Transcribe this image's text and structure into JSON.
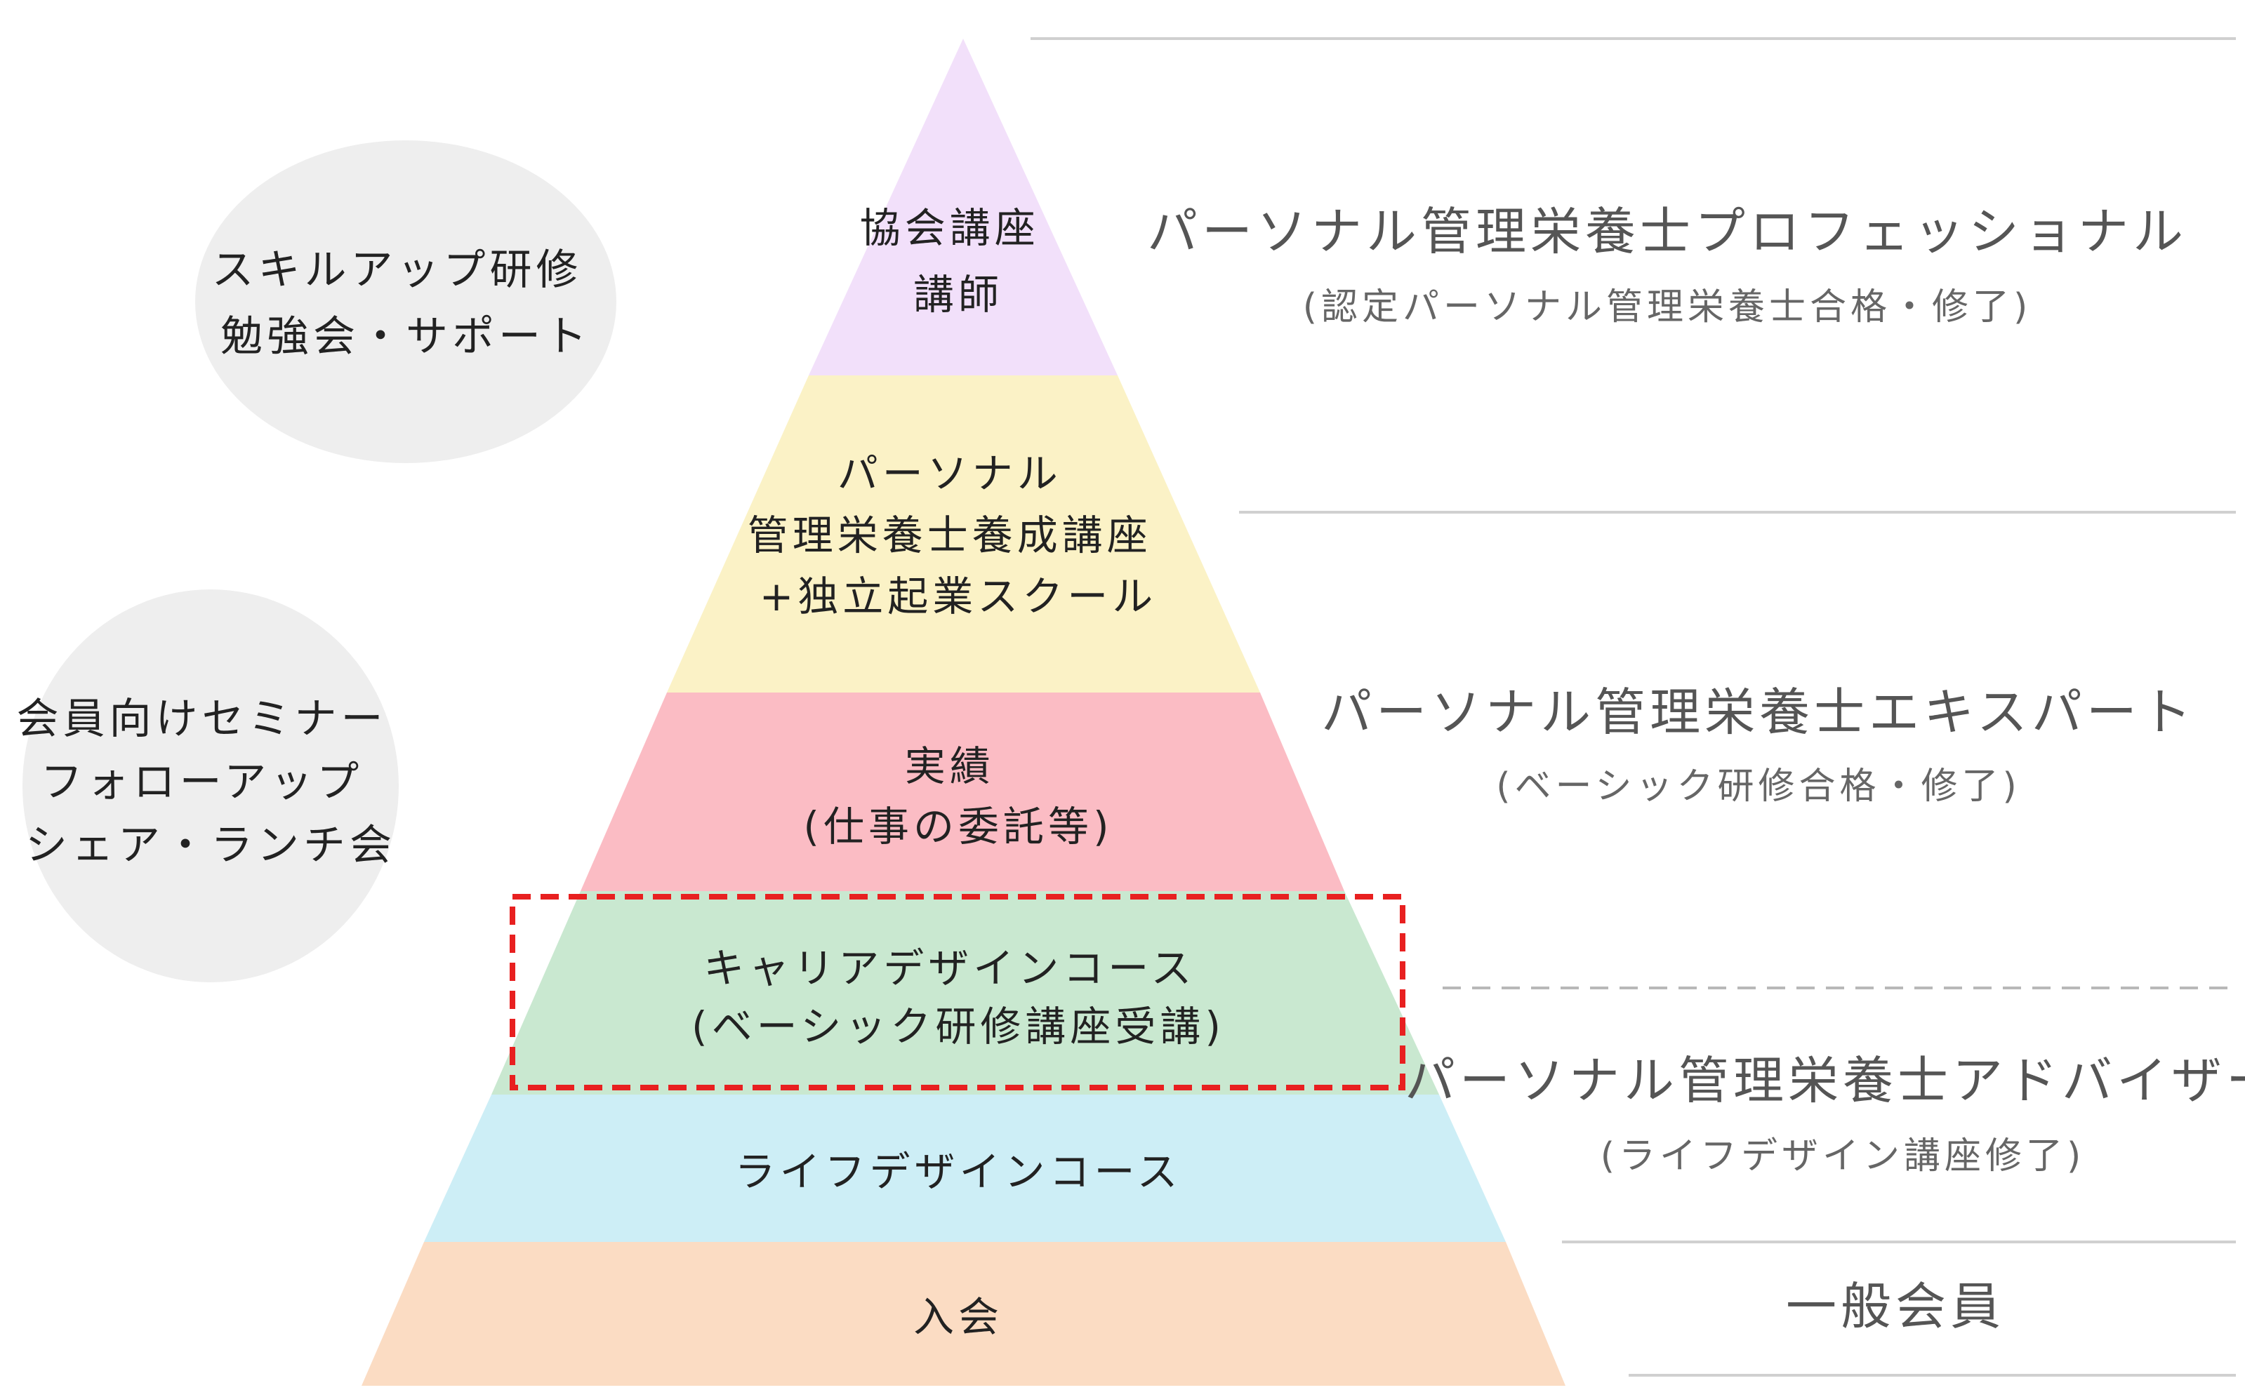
{
  "pyramid": {
    "tiers": [
      {
        "lines": [
          "協会講座",
          "講師"
        ],
        "color": "#f2e0fa"
      },
      {
        "lines": [
          "パーソナル",
          "管理栄養士養成講座",
          "+独立起業スクール"
        ],
        "color": "#fbf2c6"
      },
      {
        "lines": [
          "実績",
          "(仕事の委託等)"
        ],
        "color": "#fbbcc4"
      },
      {
        "lines": [
          "キャリアデザインコース",
          "(ベーシック研修講座受講)"
        ],
        "color": "#c9e8d0",
        "highlighted": true
      },
      {
        "lines": [
          "ライフデザインコース"
        ],
        "color": "#cdeef6"
      },
      {
        "lines": [
          "入会"
        ],
        "color": "#fbdcc3"
      }
    ],
    "highlight_color": "#e82020"
  },
  "levels": [
    {
      "title": "パーソナル管理栄養士プロフェッショナル",
      "subtitle": "(認定パーソナル管理栄養士合格・修了)"
    },
    {
      "title": "パーソナル管理栄養士エキスパート",
      "subtitle": "(ベーシック研修合格・修了)"
    },
    {
      "title": "パーソナル管理栄養士アドバイザー",
      "subtitle": "(ライフデザイン講座修了)"
    },
    {
      "title": "一般会員",
      "subtitle": ""
    }
  ],
  "circles": [
    {
      "lines": [
        "スキルアップ研修",
        "勉強会・サポート"
      ]
    },
    {
      "lines": [
        "会員向けセミナー",
        "フォローアップ",
        "シェア・ランチ会"
      ]
    }
  ],
  "colors": {
    "circle_fill": "#eeeeee",
    "divider": "#d0d0d0",
    "dashed_divider": "#b8b8b8"
  }
}
